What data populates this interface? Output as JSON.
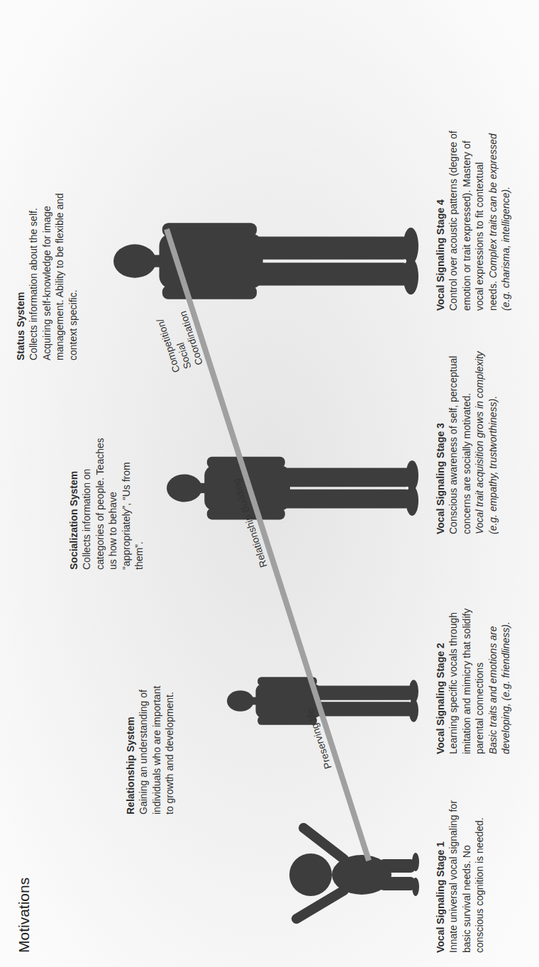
{
  "diagram": {
    "labels": [
      "Motivations",
      "Relationship System",
      "Gaining an understanding of individuals who are important to growth and development.",
      "Socialization System",
      "Collects information on categories of people. Teaches us how to behave “appropriately”, “Us from them”.",
      "Status System",
      "Collects information about the self. Acquiring self-knowledge for image management. Ability to be flexible and context specific.",
      "Preserving life",
      "Relationship Building",
      "Competition/ Social Coordination",
      "Vocal Signaling Stage 1",
      "Innate universal vocal signaling for basic survival needs. No conscious cognition is needed.",
      "Vocal Signaling Stage 2",
      "Learning specific vocals through imitation and mimicry that solidify parental connections",
      "Basic traits and emotions are developing, (e.g. friendliness).",
      "Vocal Signaling Stage 3",
      "Conscious awareness of self, perceptual concerns are socially motivated.",
      "Vocal trait acquisition grows in complexity (e.g. empathy, trustworthiness).",
      "Vocal Signaling Stage 4",
      "Control over acoustic patterns (degree of emotion or trait expressed). Mastery of vocal expressions to fit contextual needs.",
      "Complex traits can be expressed (e.g. charisma, intelligence)."
    ]
  }
}
